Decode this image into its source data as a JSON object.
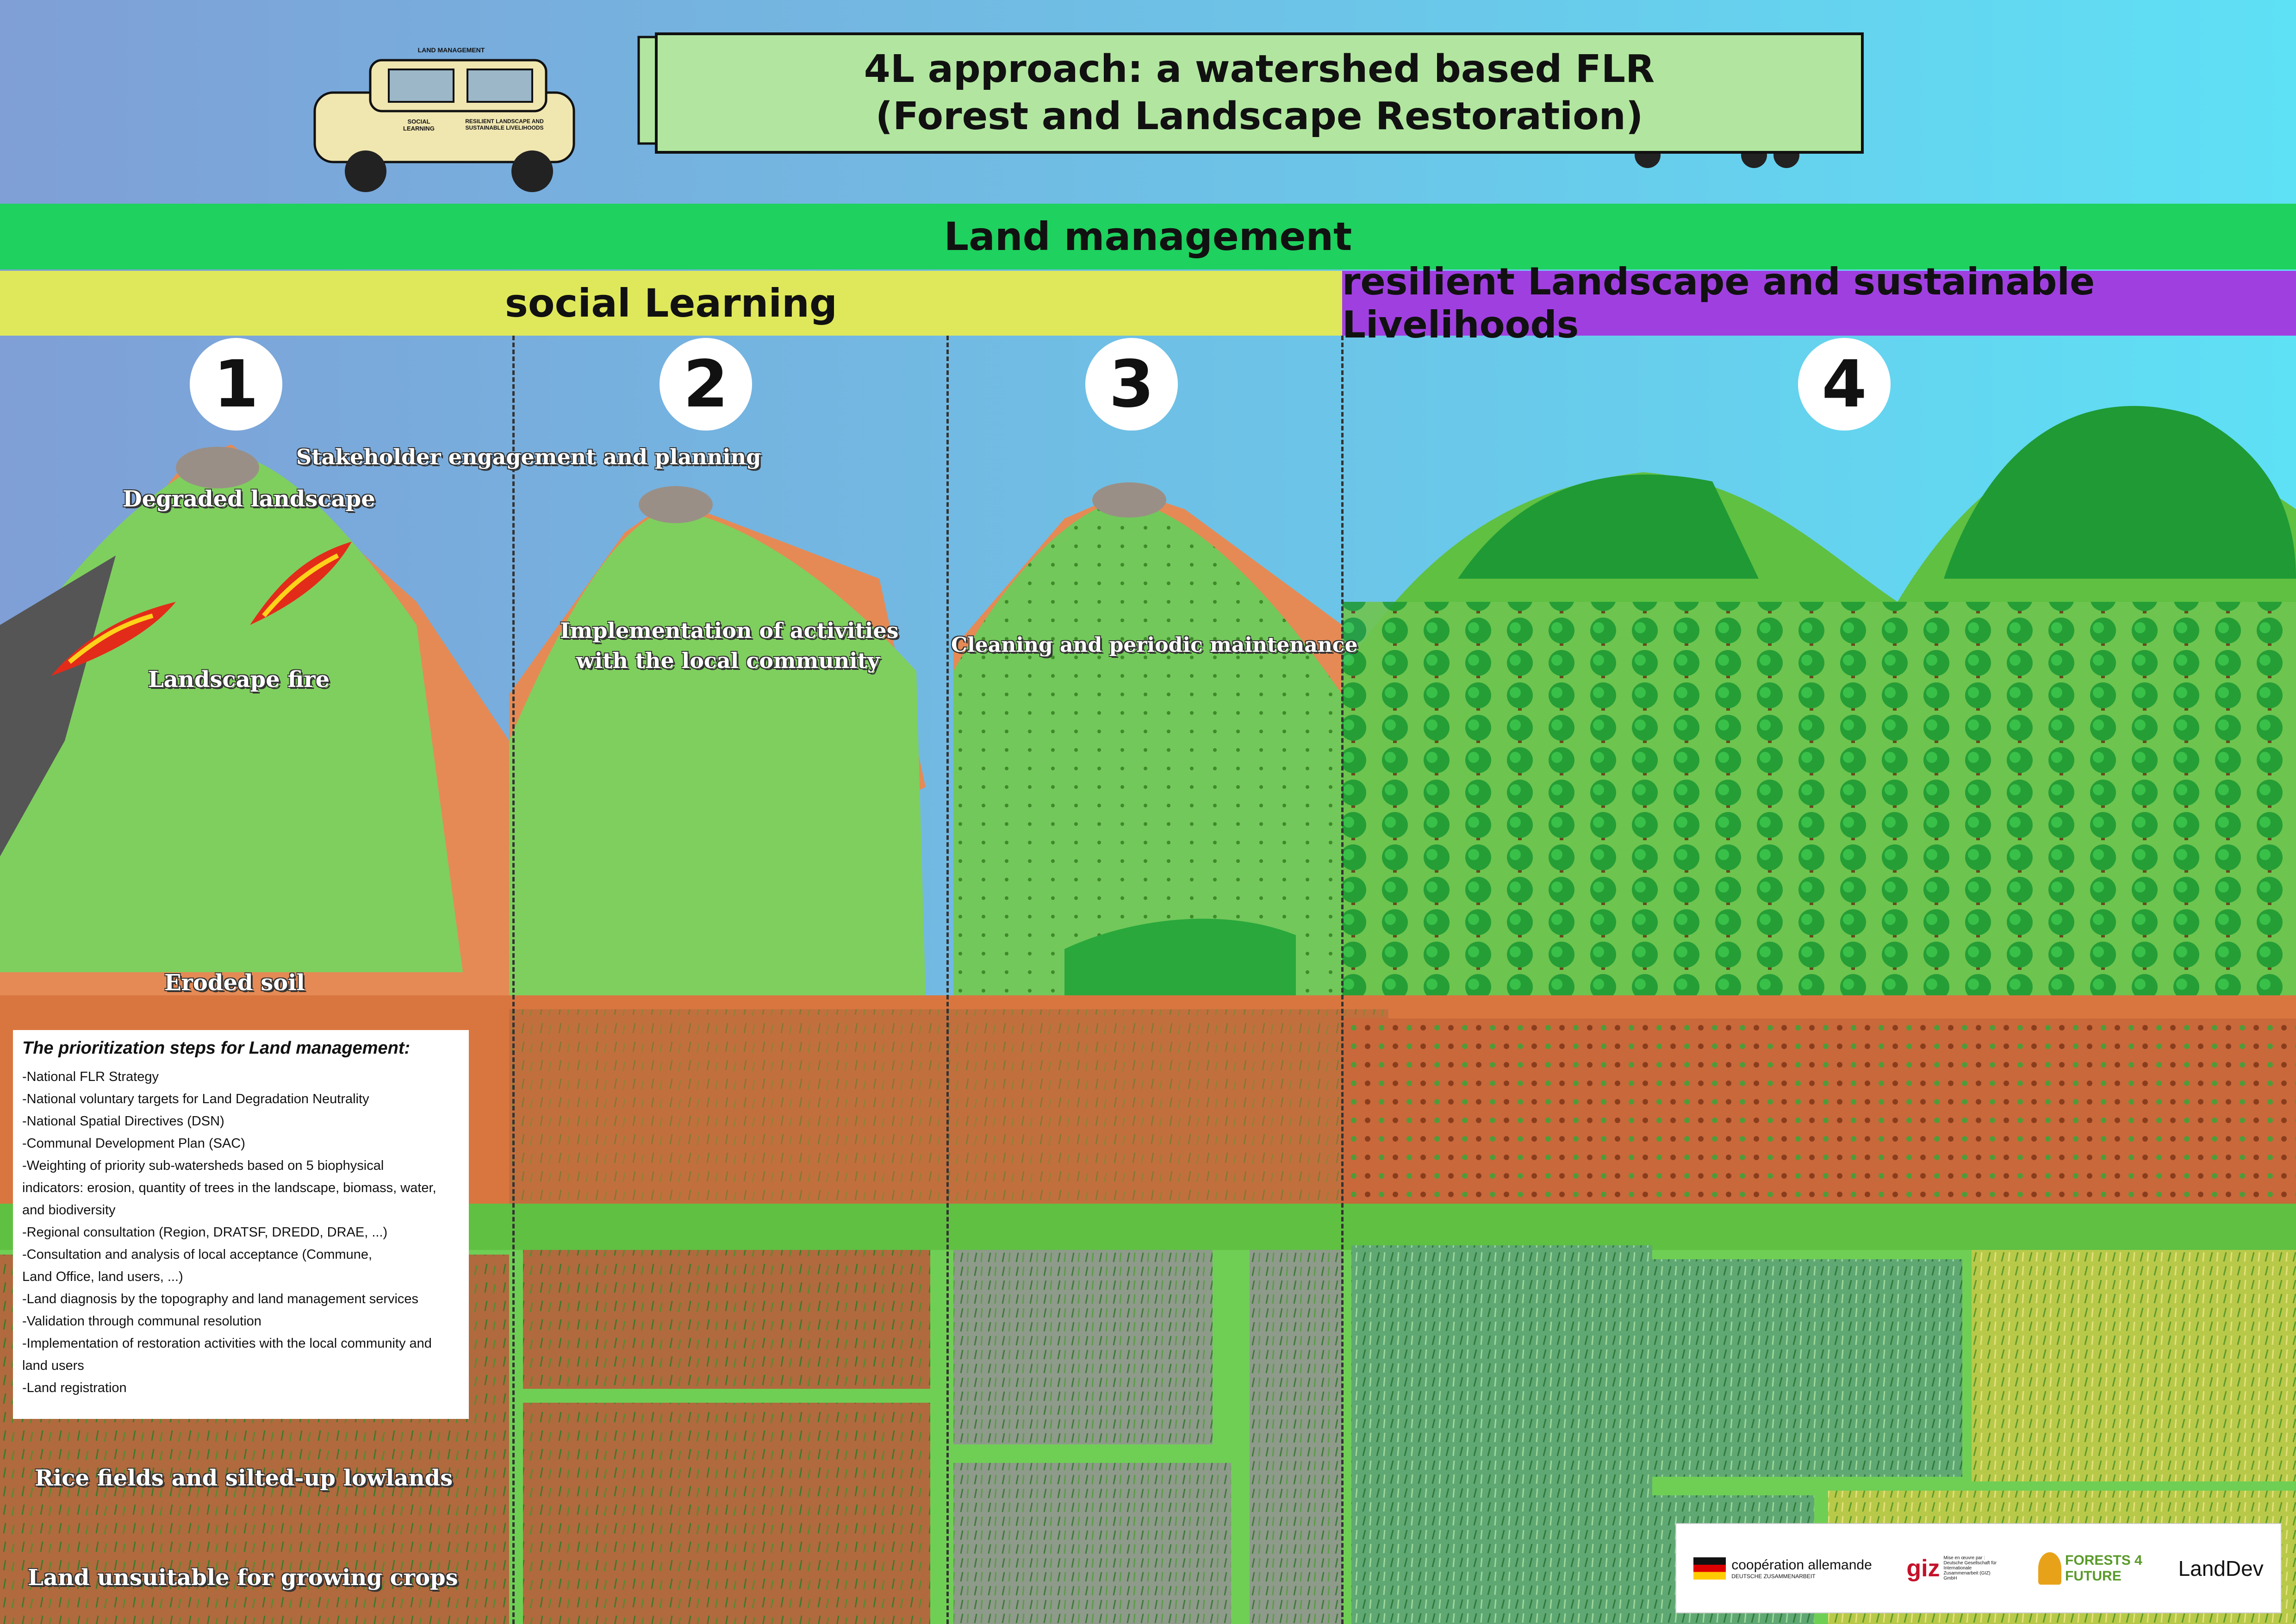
{
  "title": {
    "line1": "4L approach: a watershed based FLR",
    "line2": "(Forest and Landscape Restoration)"
  },
  "car_sign": {
    "roof": "LAND MANAGEMENT",
    "door": "SOCIAL LEARNING",
    "rear": "RESILIENT LANDSCAPE AND SUSTAINABLE LIVELIHOODS"
  },
  "bands": {
    "land_management": "Land management",
    "social_learning": "social Learning",
    "resilient": "resilient Landscape and sustainable Livelihoods"
  },
  "steps": [
    "1",
    "2",
    "3",
    "4"
  ],
  "labels": {
    "stakeholder": "Stakeholder engagement and planning",
    "degraded": "Degraded landscape",
    "fire": "Landscape fire",
    "implementation_1": "Implementation of activities",
    "implementation_2": "with the local community",
    "cleaning": "Cleaning and periodic maintenance",
    "eroded": "Eroded soil",
    "rice": "Rice fields and silted-up lowlands",
    "unsuitable": "Land unsuitable for growing crops"
  },
  "prioritization": {
    "title": "The prioritization steps for Land management:",
    "items": [
      "-National FLR Strategy",
      "-National voluntary targets for Land Degradation Neutrality",
      "-National Spatial Directives (DSN)",
      "-Communal Development Plan (SAC)",
      "-Weighting of priority sub-watersheds based on 5 biophysical",
      "indicators: erosion, quantity of trees in the landscape, biomass, water,",
      "and biodiversity",
      "-Regional consultation (Region, DRATSF, DREDD, DRAE, ...)",
      "-Consultation and analysis of local acceptance (Commune,",
      "Land Office, land users, ...)",
      "-Land diagnosis by the topography and land management services",
      "-Validation through communal resolution",
      "-Implementation of restoration activities with the local community and",
      "land users",
      "-Land registration"
    ]
  },
  "logos": {
    "cooperation": "coopération allemande",
    "cooperation_sub": "DEUTSCHE ZUSAMMENARBEIT",
    "giz": "giz",
    "giz_small": "Mise en œuvre par : Deutsche Gesellschaft für Internationale Zusammenarbeit (GIZ) GmbH",
    "forests": "FORESTS 4 FUTURE",
    "landdev": "LandDev"
  },
  "colors": {
    "sky_left": "#7f9fd6",
    "sky_right": "#5ee0f5",
    "land_band": "#1fd15e",
    "social_band": "#dfe85a",
    "resilient_band": "#a03fe0",
    "soil": "#d9763f",
    "hill_green": "#7ccf5a",
    "tree_green": "#1faa3a",
    "banner": "#b2e6a0"
  }
}
